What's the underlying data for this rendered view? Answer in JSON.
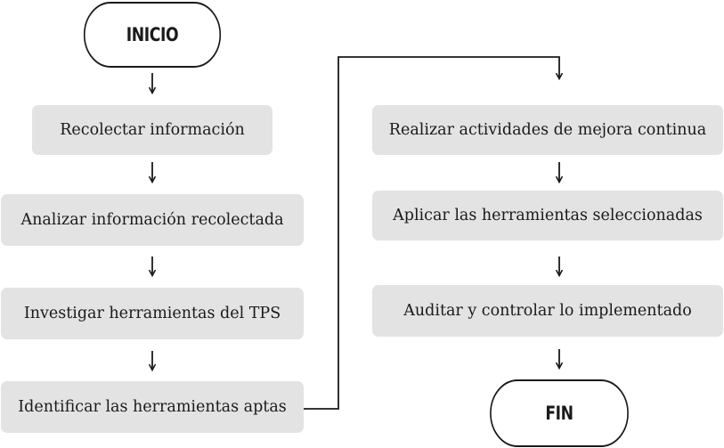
{
  "flowchart": {
    "start_label": "INICIO",
    "end_label": "FIN",
    "left_column": [
      "Recolectar información",
      "Analizar información recolectada",
      "Investigar herramientas del TPS",
      "Identificar las herramientas aptas"
    ],
    "right_column": [
      "Realizar actividades de mejora continua",
      "Aplicar las herramientas seleccionadas",
      "Auditar y controlar lo implementado"
    ]
  }
}
